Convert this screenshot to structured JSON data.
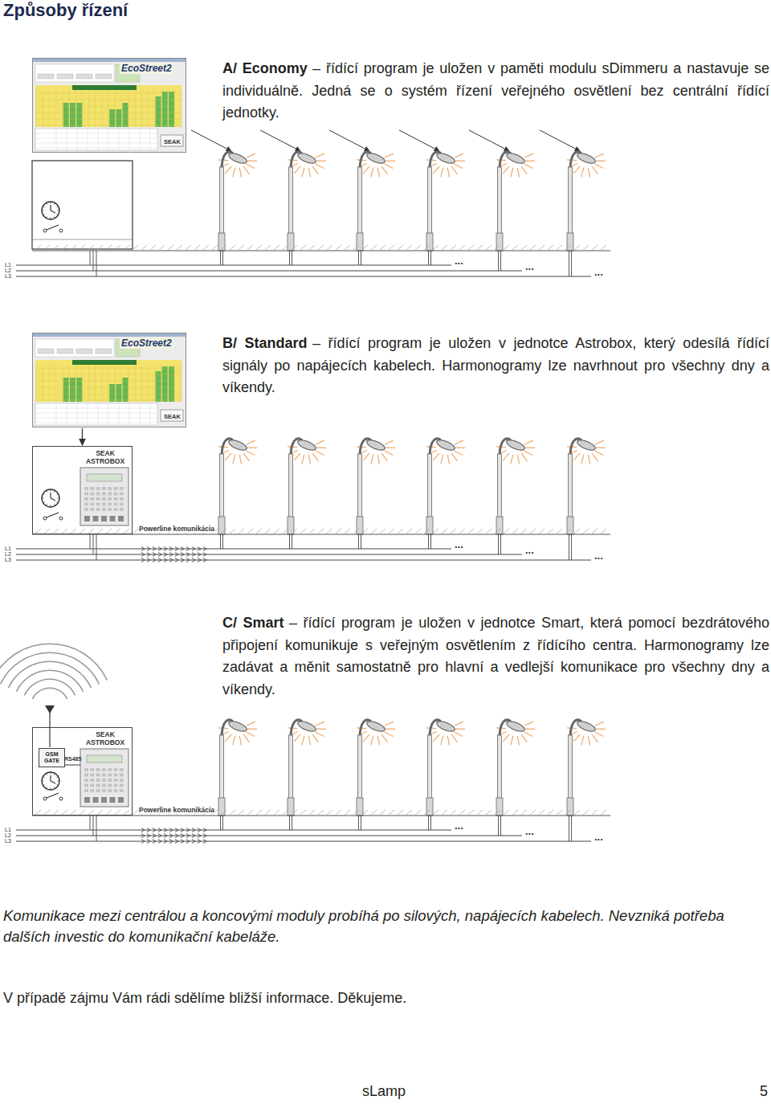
{
  "diagram": {
    "title": "Způsoby řízení",
    "nodes": [
      {
        "text": [
          "EcoStreet2",
          "SEAK"
        ]
      },
      {
        "text": [
          "EcoStreet2",
          "SEAK"
        ]
      },
      {
        "text": [
          "SEAK ASTROBOX"
        ]
      },
      {
        "text": [
          "SEAK ASTROBOX"
        ]
      },
      {
        "text": [
          "GSM GATE"
        ],
        "in": 3
      }
    ],
    "edges": [
      {
        "from": 1,
        "to": 2,
        "arrow": "to"
      }
    ],
    "labels": [
      "A/ Economy",
      "– řídící program je uložen v paměti modulu sDimmeru a nastavuje se individuálně. Jedná se o systém řízení veřejného osvětlení bez centrální řídící jednotky.",
      "L1",
      "L2",
      "L3",
      "...",
      "...",
      "...",
      "B/ Standard",
      "– řídící program je uložen v jednotce Astrobox, který odesílá řídící signály po napájecích kabelech. Harmonogramy lze navrhnout pro všechny dny a víkendy.",
      "Powerline komunikácia",
      "L1",
      "L2",
      "L3",
      "...",
      "...",
      "...",
      "C/ Smart",
      "– řídící program je uložen v jednotce Smart, která pomocí bezdrátového připojení komunikuje s veřejným osvětlením z řídícího centra. Harmonogramy lze zadávat a měnit samostatně pro hlavní a vedlejší komunikace pro všechny dny a víkendy.",
      "RS485",
      "Powerline komunikácia",
      "L1",
      "L2",
      "L3",
      "...",
      "...",
      "...",
      "Komunikace mezi centrálou a koncovými moduly probíhá po silových, napájecích kabelech. Nevzniká potřeba dalších investic do komunikační kabeláže.",
      "V případě zájmu Vám rádi sdělíme bližší informace. Děkujeme.",
      "sLamp",
      "5"
    ]
  }
}
